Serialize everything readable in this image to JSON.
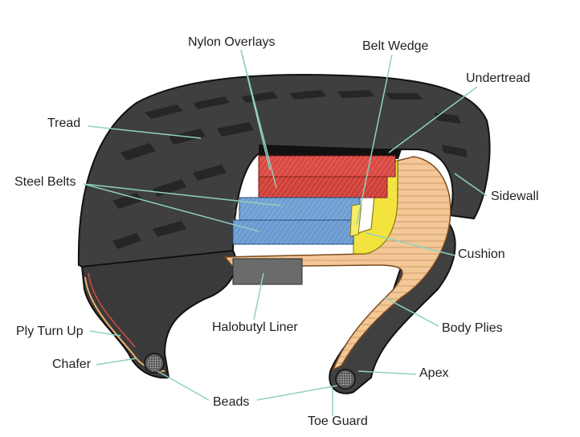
{
  "labels": {
    "nylon_overlays": "Nylon Overlays",
    "belt_wedge": "Belt Wedge",
    "undertread": "Undertread",
    "tread": "Tread",
    "steel_belts": "Steel Belts",
    "sidewall": "Sidewall",
    "cushion": "Cushion",
    "halobutyl_liner": "Halobutyl Liner",
    "body_plies": "Body Plies",
    "ply_turn_up": "Ply Turn Up",
    "chafer": "Chafer",
    "apex": "Apex",
    "beads": "Beads",
    "toe_guard": "Toe Guard"
  },
  "colors": {
    "rubber": "#3f3f3f",
    "rubber_light": "#5a5a5a",
    "groove": "#262626",
    "nylon": "#d84a42",
    "steel": "#6f9fd2",
    "cushion": "#f2e33f",
    "body_ply": "#f3c896",
    "liner": "#6b6b6b",
    "leader": "#8fd1bf"
  }
}
